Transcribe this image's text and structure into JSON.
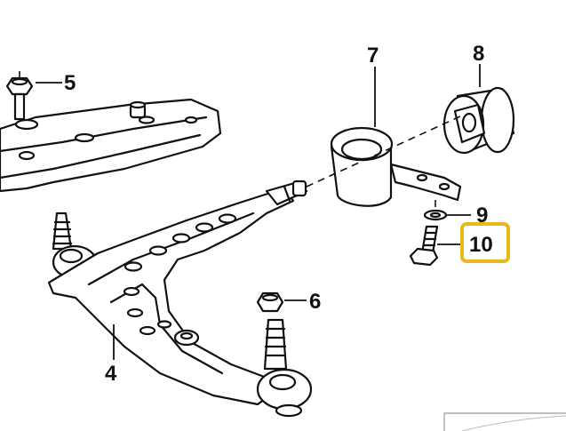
{
  "labels": {
    "p4": "4",
    "p5": "5",
    "p6": "6",
    "p7": "7",
    "p8": "8",
    "p9": "9",
    "p10": "10"
  },
  "highlight": {
    "part": "10",
    "color": "#e8b81c"
  }
}
